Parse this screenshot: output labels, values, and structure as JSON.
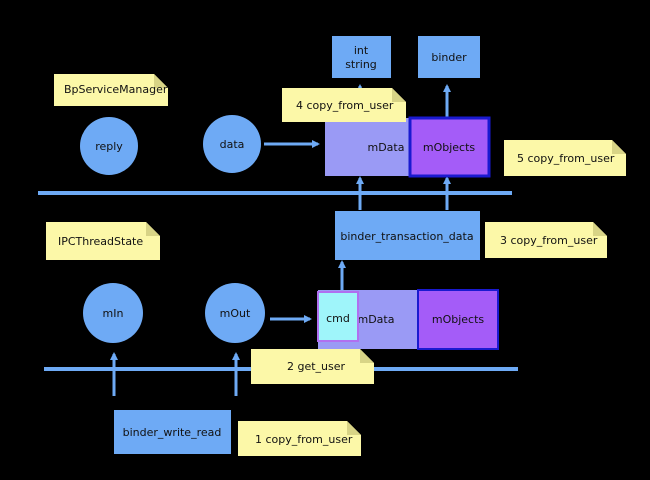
{
  "labels": {
    "bp_service_manager": "BpServiceManager",
    "ipc_thread_state": "IPCThreadState",
    "reply": "reply",
    "data": "data",
    "m_in": "mIn",
    "m_out": "mOut",
    "m_data_top": "mData",
    "m_objects_top": "mObjects",
    "int_string_line1": "int",
    "int_string_line2": "string",
    "binder": "binder",
    "binder_transaction_data": "binder_transaction_data",
    "cmd": "cmd",
    "m_data_bottom": "mData",
    "m_objects_bottom": "mObjects",
    "binder_write_read": "binder_write_read"
  },
  "notes": {
    "n1": "1 copy_from_user",
    "n2": "2 get_user",
    "n3": "3 copy_from_user",
    "n4": "4 copy_from_user",
    "n5": "5 copy_from_user"
  },
  "colors": {
    "background": "#000000",
    "node_blue": "#6eaaf5",
    "data_lavender": "#9a9af5",
    "objects_purple": "#a45cf8",
    "objects_border": "#1a1ad0",
    "cmd_cyan": "#9ff5fa",
    "note_yellow": "#fcf8a8"
  }
}
